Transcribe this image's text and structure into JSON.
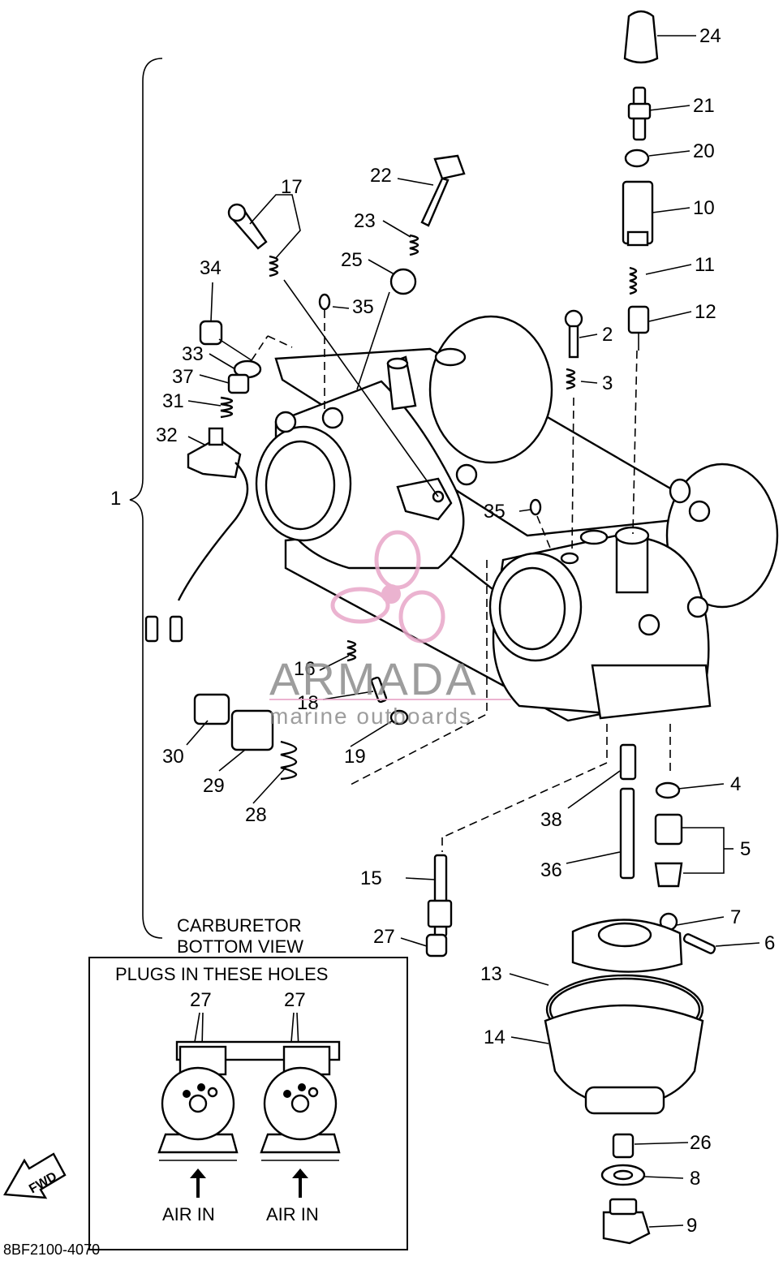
{
  "callouts": {
    "n1": "1",
    "n2": "2",
    "n3": "3",
    "n4": "4",
    "n5": "5",
    "n6": "6",
    "n7": "7",
    "n8": "8",
    "n9": "9",
    "n10": "10",
    "n11": "11",
    "n12": "12",
    "n13": "13",
    "n14": "14",
    "n15": "15",
    "n16": "16",
    "n17": "17",
    "n18": "18",
    "n19": "19",
    "n20": "20",
    "n21": "21",
    "n22": "22",
    "n23": "23",
    "n24": "24",
    "n25": "25",
    "n26": "26",
    "n27": "27",
    "n28": "28",
    "n29": "29",
    "n30": "30",
    "n31": "31",
    "n32": "32",
    "n33": "33",
    "n34": "34",
    "n35a": "35",
    "n35b": "35",
    "n36": "36",
    "n37": "37",
    "n38": "38"
  },
  "inset": {
    "title_line1": "CARBURETOR",
    "title_line2": "BOTTOM VIEW",
    "heading": "PLUGS IN THESE HOLES",
    "left_plug_label": "27",
    "right_plug_label": "27",
    "air_in_left": "AIR IN",
    "air_in_right": "AIR IN"
  },
  "fwd_label": "FWD",
  "figure_code": "8BF2100-4070",
  "watermark": {
    "brand": "ARMADA",
    "tagline": "marine outboards",
    "logo_color": "#e8a6c8",
    "text_color": "#8d8d8d"
  }
}
